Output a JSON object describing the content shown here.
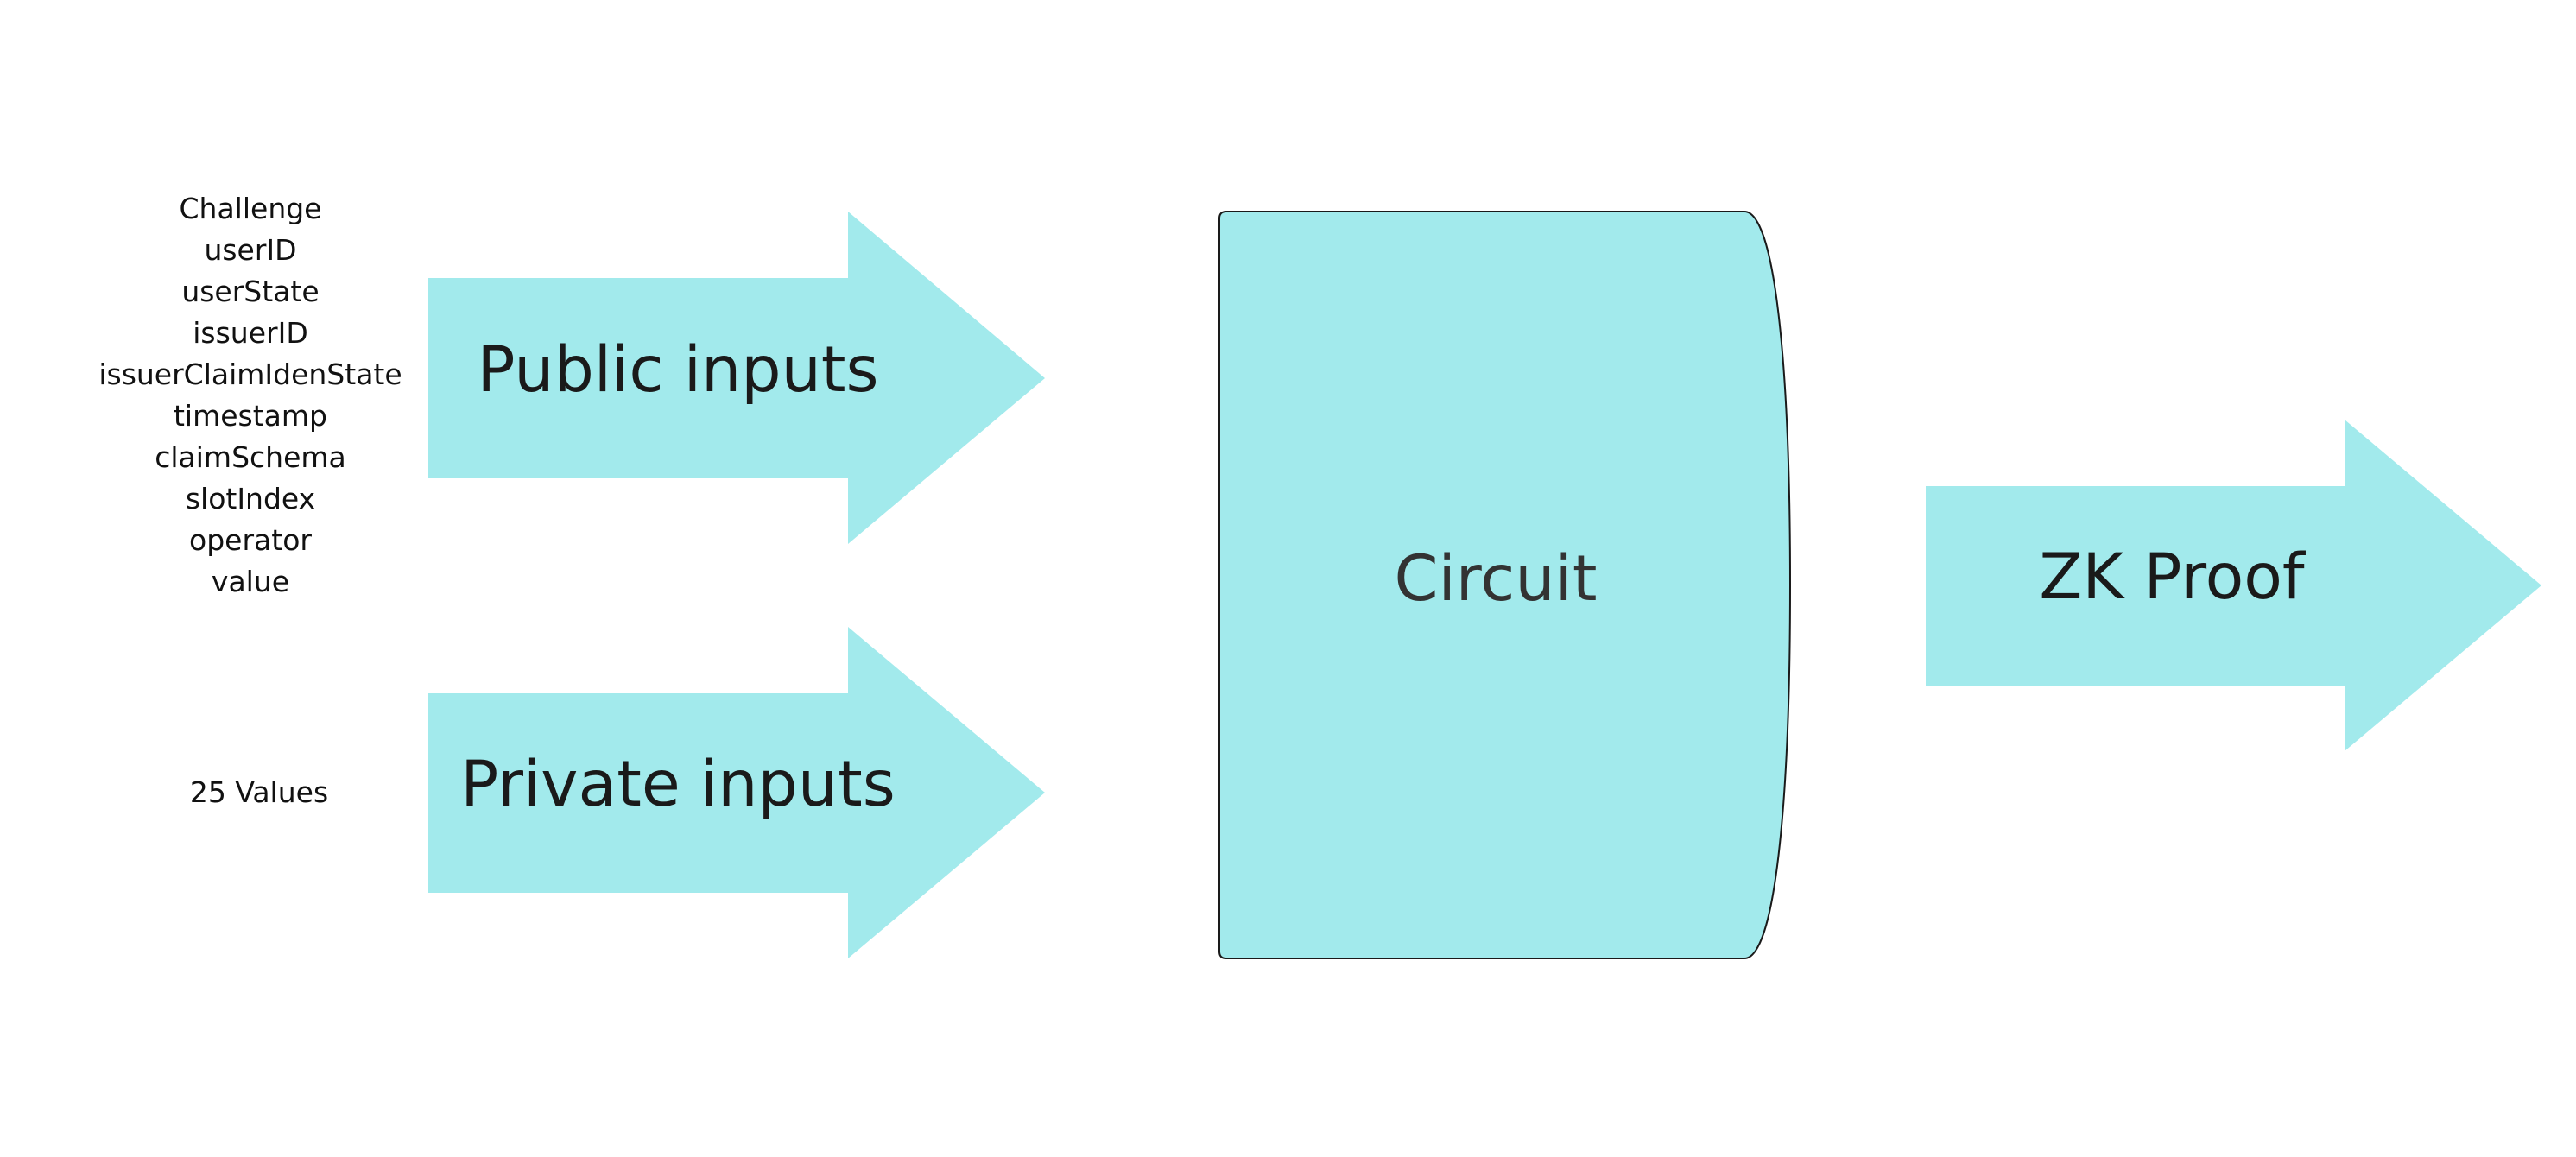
{
  "colors": {
    "shape_fill": "#a2eaec",
    "shape_stroke": "#1a1a1a",
    "text": "#111111",
    "circuit_text": "#333333",
    "background": "#ffffff"
  },
  "public_inputs": {
    "label": "Public inputs",
    "items": [
      "Challenge",
      "userID",
      "userState",
      "issuerID",
      "issuerClaimIdenState",
      "timestamp",
      "claimSchema",
      "slotIndex",
      "operator",
      "value"
    ]
  },
  "private_inputs": {
    "label": "Private inputs",
    "values_label": "25 Values"
  },
  "circuit": {
    "label": "Circuit"
  },
  "output": {
    "label": "ZK Proof"
  }
}
